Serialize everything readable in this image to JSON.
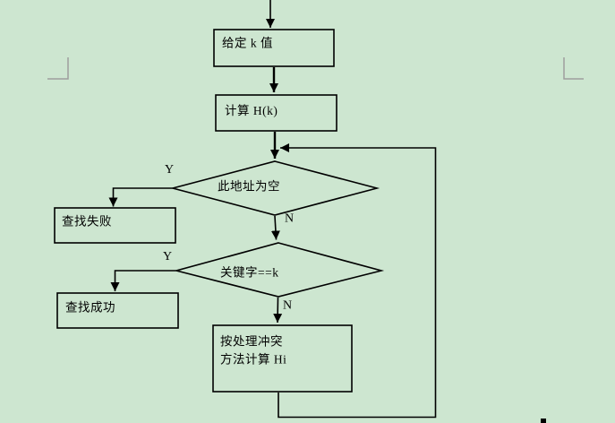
{
  "canvas": {
    "background_color": "#cde6d0",
    "stroke_color": "#000000",
    "margin_mark_color": "#9e9e9e"
  },
  "flowchart": {
    "start_box": {
      "label": "给定 k 值"
    },
    "hash_box": {
      "label": "计算 H(k)"
    },
    "address_empty_decision": {
      "label": "此地址为空",
      "yes_label": "Y",
      "no_label": "N"
    },
    "search_fail_box": {
      "label": "查找失败"
    },
    "key_equal_decision": {
      "label": "关键字==k",
      "yes_label": "Y",
      "no_label": "N"
    },
    "search_success_box": {
      "label": "查找成功"
    },
    "conflict_box": {
      "line1": "按处理冲突",
      "line2": "方法计算 Hi"
    }
  }
}
